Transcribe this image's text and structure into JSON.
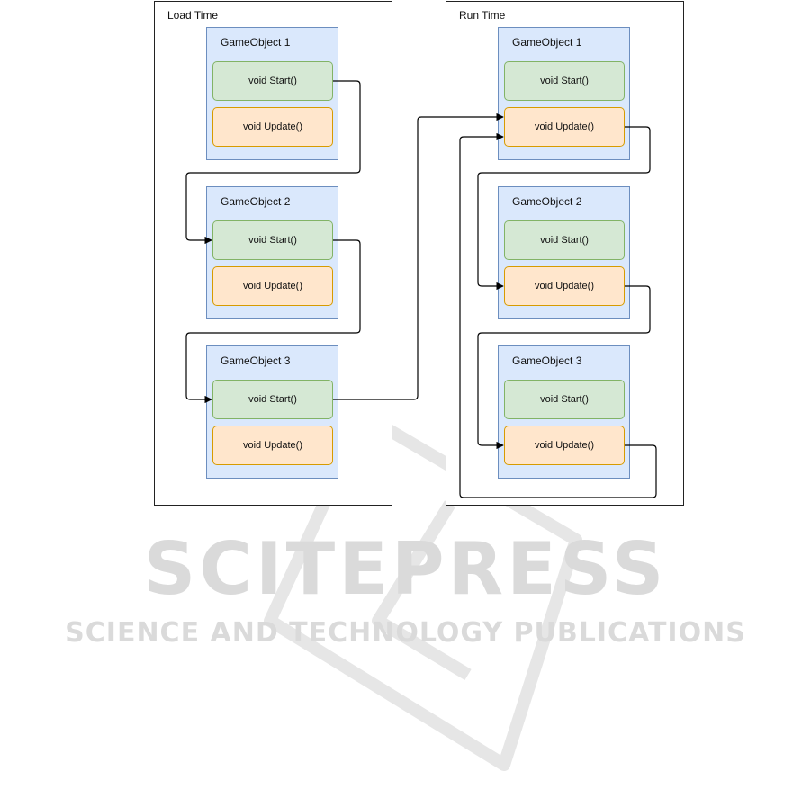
{
  "panels": [
    {
      "title": "Load Time",
      "objects": [
        {
          "title": "GameObject 1",
          "start": "void Start()",
          "update": "void Update()"
        },
        {
          "title": "GameObject 2",
          "start": "void Start()",
          "update": "void Update()"
        },
        {
          "title": "GameObject 3",
          "start": "void Start()",
          "update": "void Update()"
        }
      ]
    },
    {
      "title": "Run Time",
      "objects": [
        {
          "title": "GameObject 1",
          "start": "void Start()",
          "update": "void Update()"
        },
        {
          "title": "GameObject 2",
          "start": "void Start()",
          "update": "void Update()"
        },
        {
          "title": "GameObject 3",
          "start": "void Start()",
          "update": "void Update()"
        }
      ]
    }
  ],
  "watermark": {
    "brand": "SCITEPRESS",
    "tagline": "SCIENCE AND TECHNOLOGY PUBLICATIONS"
  },
  "colors": {
    "object_fill": "#dae8fc",
    "object_stroke": "#6c8ebf",
    "start_fill": "#d5e8d4",
    "start_stroke": "#82b366",
    "update_fill": "#ffe6cc",
    "update_stroke": "#d79b00",
    "watermark": "#dadada"
  }
}
